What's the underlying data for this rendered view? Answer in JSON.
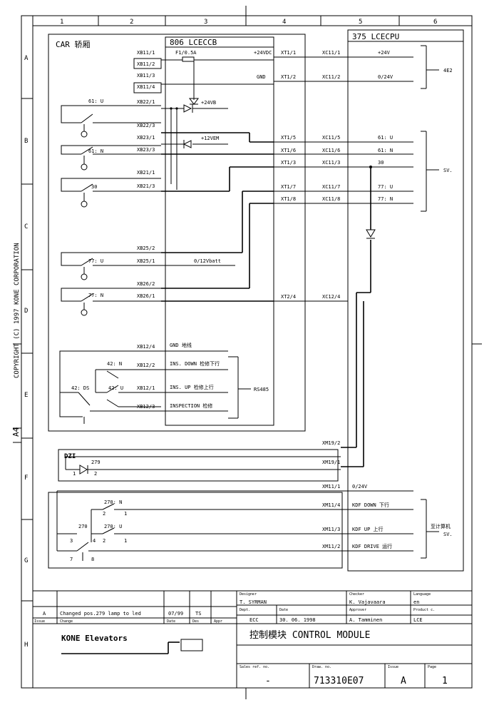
{
  "border": {
    "columns": [
      "1",
      "2",
      "3",
      "4",
      "5",
      "6"
    ],
    "rows": [
      "A",
      "B",
      "C",
      "D",
      "E",
      "F",
      "G",
      "H"
    ],
    "copyright": "COPYRIGHT (C) 1997 KONE CORPORATION",
    "sheet_size": "A4"
  },
  "car": {
    "title": "CAR 轿厢",
    "contacts": [
      "61: U",
      "61: N",
      "30",
      "77: U",
      "77: N",
      "42: DS",
      "42: N",
      "42: U"
    ]
  },
  "lcecc": {
    "title": "806  LCECCB",
    "fuse": "F1/0.5A",
    "pins": [
      "XB11/1",
      "XB11/2",
      "XB11/3",
      "XB11/4",
      "XB22/1",
      "XB22/3",
      "XB23/1",
      "XB23/3",
      "XB21/1",
      "XB21/3",
      "XB25/2",
      "XB25/1",
      "XB26/2",
      "XB26/1",
      "XB12/4",
      "XB12/2",
      "XB12/1",
      "XB12/3"
    ],
    "supply_24": "+24VB",
    "supply_12": "+12VEM",
    "batt": "0/12Vbatt",
    "bus_gnd": "GND 地线",
    "bus_down": "INS. DOWN 检修下行",
    "bus_up": "INS. UP  检修上行",
    "bus_insp": "INSPECTION 检修",
    "rs485": "RS485"
  },
  "xt": {
    "labels": [
      "+24VDC",
      "GND"
    ],
    "pins": [
      "XT1/1",
      "XT1/2",
      "XT1/5",
      "XT1/6",
      "XT1/3",
      "XT1/7",
      "XT1/8",
      "XT2/4"
    ]
  },
  "lcecpu": {
    "title": "375  LCECPU",
    "pins": [
      "XC11/1",
      "XC11/2",
      "XC11/5",
      "XC11/6",
      "XC11/3",
      "XC11/7",
      "XC11/8",
      "XC12/4",
      "XM19/2",
      "XM19/1",
      "XM11/1",
      "XM11/4",
      "XM11/3",
      "XM11/2"
    ],
    "signals": [
      "+24V",
      "0/24V",
      "61: U",
      "61: N",
      "30",
      "77: U",
      "77: N"
    ],
    "ref_4e2": "4E2",
    "ref_sv": "SV.",
    "out_1": "0/24V",
    "out_2": "KDF DOWN 下行",
    "out_3": "KDF UP   上行",
    "out_4": "KDF DRIVE 运行",
    "computer": "至计算机",
    "computer_ref": "SV."
  },
  "dzi": {
    "title": "DZI",
    "num": "279",
    "p1": "1",
    "p2": "2"
  },
  "contact270": {
    "main": "270",
    "n": "270: N",
    "u": "270: U",
    "pins": [
      "2",
      "1",
      "3",
      "4",
      "2",
      "1",
      "7",
      "8"
    ]
  },
  "revision": {
    "issue": "A",
    "text": "Changed pos.279 lamp to led",
    "date": "07/99",
    "by": "TS",
    "h_issue": "Issue",
    "h_change": "Change",
    "h_date": "Date",
    "h_des": "Des",
    "h_appr": "Appr"
  },
  "title_block": {
    "company": "KONE Elevators",
    "designer_label": "Designer",
    "designer": "T. SYRMAN",
    "checker_label": "Checker",
    "checker": "K. Vajavaara",
    "language_label": "Language",
    "language": "en",
    "dept_label": "Dept.",
    "dept": "ECC",
    "date_label": "Date",
    "date": "30. 06. 1998",
    "approver_label": "Approver",
    "approver": "A. Tamminen",
    "product_label": "Product c.",
    "product": "LCE",
    "title": "控制模块   CONTROL MODULE",
    "sales_label": "Sales ref. no.",
    "sales": "-",
    "drawing_label": "Draw. no.",
    "drawing": "713310E07",
    "issue_label": "Issue",
    "issue": "A",
    "page_label": "Page",
    "page": "1"
  }
}
